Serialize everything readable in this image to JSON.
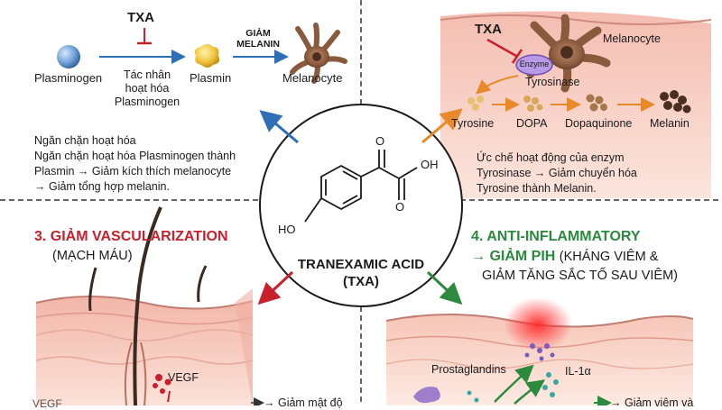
{
  "center": {
    "name_line1": "TRANEXAMIC ACID",
    "name_line2": "(TXA)",
    "ho_label": "HO",
    "oh_label": "OH",
    "o_top": "O",
    "o_bottom": "O"
  },
  "q1": {
    "txa": "TXA",
    "plasminogen": "Plasminogen",
    "activator": [
      "Tác nhân",
      "hoạt hóa",
      "Plasminogen"
    ],
    "plasmin": "Plasmin",
    "reduce_melanin": [
      "GIẢM",
      "MELANIN"
    ],
    "melanocyte": "Melanocyte",
    "description": [
      "Ngăn chặn hoạt hóa",
      "Ngăn chặn hoạt hóa Plasminogen thành",
      "Plasmin → Giảm kích thích melanocyte",
      "→ Giảm tổng hợp melanin."
    ]
  },
  "q2": {
    "txa": "TXA",
    "melanocyte": "Melanocyte",
    "enzyme": "Enzyme",
    "tyrosinase": "Tyrosinase",
    "steps": [
      "Tyrosine",
      "DOPA",
      "Dopaquinone",
      "Melanin"
    ],
    "description": [
      "Ức chế hoạt động của enzym",
      "Tyrosinase → Giảm chuyển hóa",
      "Tyrosine thành Melanin."
    ]
  },
  "q3": {
    "title": "3. GIẢM VASCULARIZATION",
    "subtitle": "(MẠCH MÁU)",
    "vegf": "VEGF",
    "vegf_partial": "VEGF",
    "note_partial": "→ Giảm mật độ"
  },
  "q4": {
    "title_line1": "4. ANTI-INFLAMMATORY",
    "title_line2": "→ GIẢM PIH",
    "title_line2_rest": "(KHÁNG VIÊM &",
    "title_line3": "GIẢM TĂNG SẮC TỐ SAU VIÊM)",
    "prostaglandins": "Prostaglandins",
    "il1a": "IL-1α",
    "note_partial": "→ Giảm viêm và"
  },
  "colors": {
    "divider": "#333333",
    "arrow_q1": "#2f6fb5",
    "arrow_q2": "#e8892a",
    "arrow_q3": "#c8202c",
    "arrow_q4": "#2b8a3e",
    "title_red": "#c8202c",
    "title_green": "#2b8a3e",
    "skin_pink": "#f6c9c4",
    "skin_panel": "#f7d9c9",
    "melanin_brown": "#5a3a2a"
  },
  "icons": [
    "plasminogen-sphere",
    "plasmin-blob",
    "melanocyte-cell",
    "inhibit-tbar",
    "hair-follicle",
    "inflammation-glow"
  ]
}
